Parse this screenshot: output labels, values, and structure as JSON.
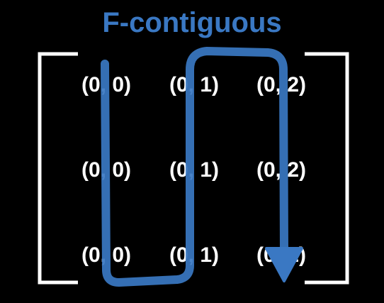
{
  "title": "F-contiguous",
  "colors": {
    "background": "#000000",
    "accent": "#3a78c3",
    "text": "#ffffff",
    "bracket": "#ffffff"
  },
  "matrix": {
    "rows": [
      [
        "(0, 0)",
        "(0, 1)",
        "(0, 2)"
      ],
      [
        "(0, 0)",
        "(0, 1)",
        "(0, 2)"
      ],
      [
        "(0, 0)",
        "(0, 1)",
        "(0, 2)"
      ]
    ]
  },
  "icons": {
    "left_bracket": "left-bracket-icon",
    "right_bracket": "right-bracket-icon",
    "traversal_path": "serpentine-arrow-icon"
  }
}
